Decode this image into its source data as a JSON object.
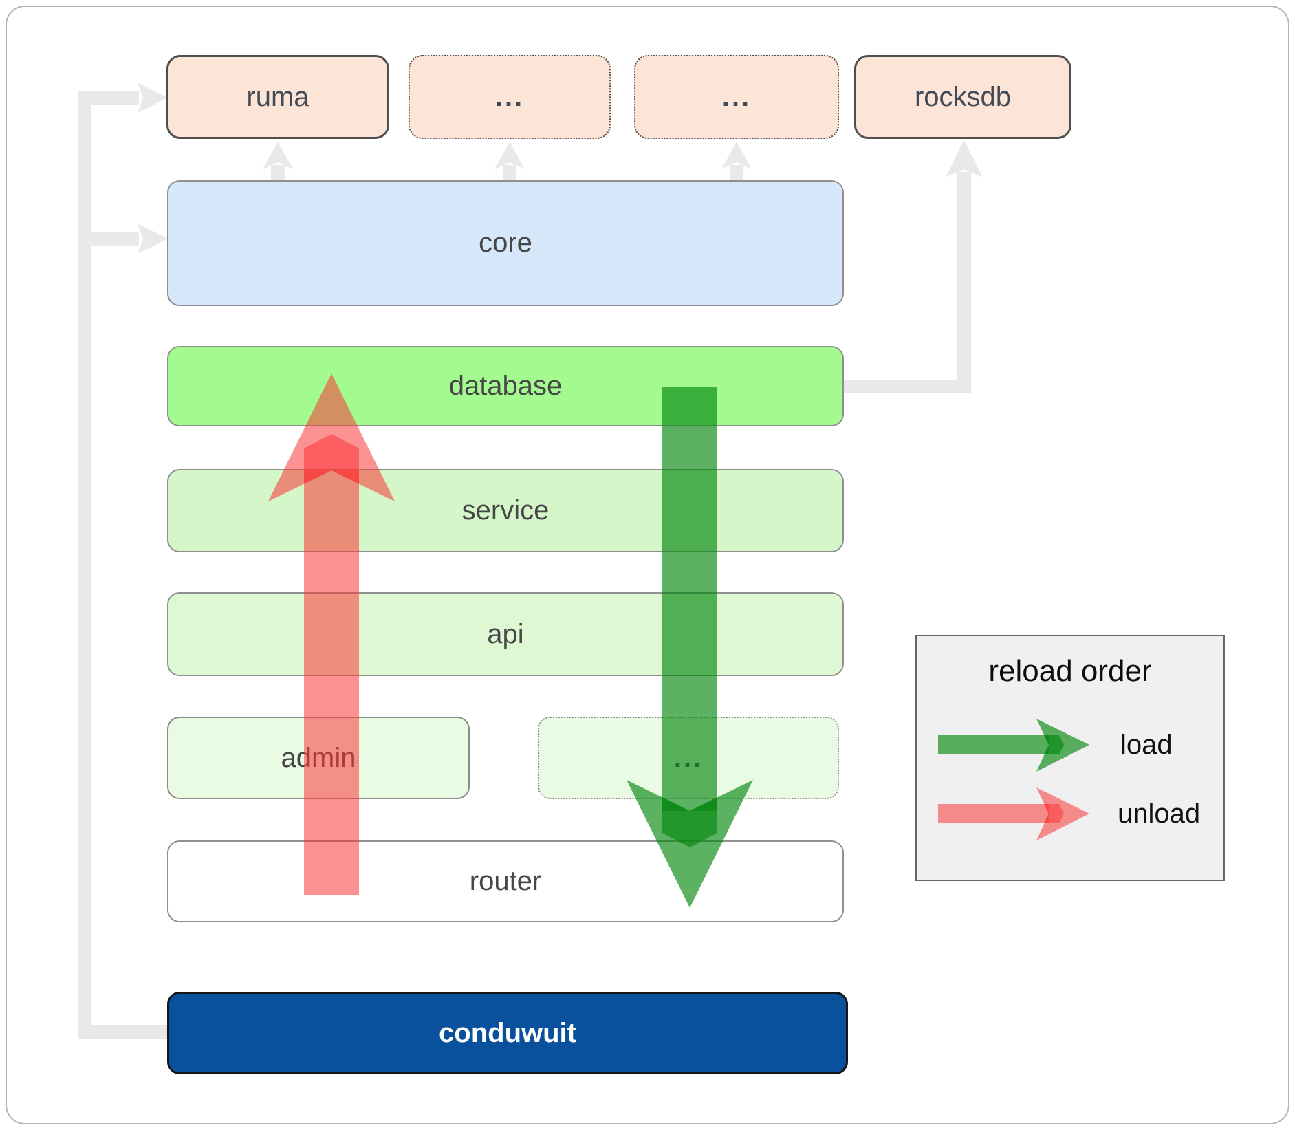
{
  "boxes": {
    "ruma": "ruma",
    "ext_top_1": "...",
    "ext_top_2": "...",
    "rocksdb": "rocksdb",
    "core": "core",
    "database": "database",
    "service": "service",
    "api": "api",
    "admin": "admin",
    "ext_admin": "...",
    "router": "router",
    "conduwuit": "conduwuit"
  },
  "legend": {
    "title": "reload order",
    "load_label": "load",
    "unload_label": "unload"
  },
  "colors": {
    "load_green": "#04870f",
    "unload_red": "#f93739",
    "peach_box": "#fce5d6",
    "core_blue": "#d5e7f9",
    "database_green": "#a3fb90",
    "service_green": "#d5f6c8",
    "api_green": "#def8d3",
    "pale_green": "#eafbe3",
    "conduwuit_blue": "#0a519d",
    "connector_gray": "#e9e9e9",
    "legend_bg": "#f0f0f0"
  }
}
